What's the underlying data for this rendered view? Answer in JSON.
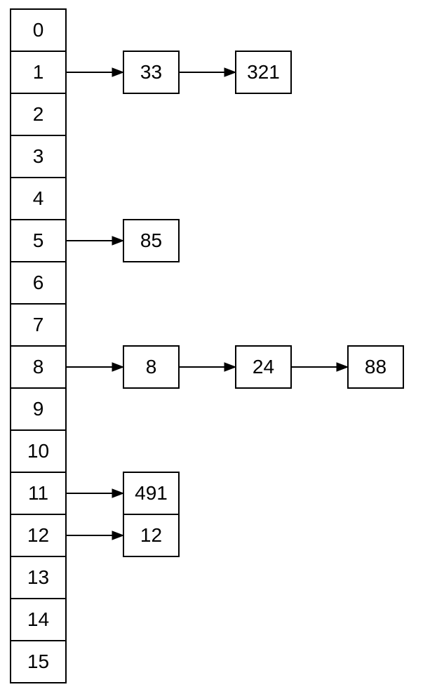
{
  "diagram": {
    "kind": "hash-table-with-chaining",
    "bucket_count": 16,
    "buckets": [
      "0",
      "1",
      "2",
      "3",
      "4",
      "5",
      "6",
      "7",
      "8",
      "9",
      "10",
      "11",
      "12",
      "13",
      "14",
      "15"
    ],
    "chains": [
      {
        "bucket": 1,
        "nodes": [
          "33",
          "321"
        ]
      },
      {
        "bucket": 5,
        "nodes": [
          "85"
        ]
      },
      {
        "bucket": 8,
        "nodes": [
          "8",
          "24",
          "88"
        ]
      },
      {
        "bucket": 11,
        "nodes": [
          "491"
        ]
      },
      {
        "bucket": 12,
        "nodes": [
          "12"
        ]
      }
    ],
    "colors": {
      "stroke": "#000000",
      "fill": "#ffffff",
      "text": "#000000",
      "background": "#ffffff"
    }
  }
}
